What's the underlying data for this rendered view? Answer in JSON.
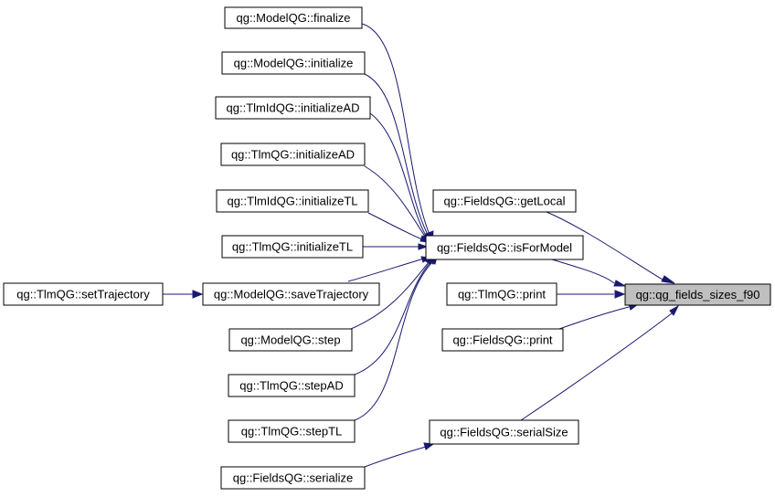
{
  "colors": {
    "edge": "#191970",
    "focus_fill": "#bfbfbf",
    "node_fill": "#ffffff",
    "node_stroke": "#000000"
  },
  "nodes": {
    "model_finalize": "qg::ModelQG::finalize",
    "model_initialize": "qg::ModelQG::initialize",
    "tlmid_initializeAD": "qg::TlmIdQG::initializeAD",
    "tlm_initializeAD": "qg::TlmQG::initializeAD",
    "tlmid_initializeTL": "qg::TlmIdQG::initializeTL",
    "tlm_initializeTL": "qg::TlmQG::initializeTL",
    "tlm_setTrajectory": "qg::TlmQG::setTrajectory",
    "model_saveTrajectory": "qg::ModelQG::saveTrajectory",
    "model_step": "qg::ModelQG::step",
    "tlm_stepAD": "qg::TlmQG::stepAD",
    "tlm_stepTL": "qg::TlmQG::stepTL",
    "fields_serialize": "qg::FieldsQG::serialize",
    "fields_getLocal": "qg::FieldsQG::getLocal",
    "fields_isForModel": "qg::FieldsQG::isForModel",
    "tlm_print": "qg::TlmQG::print",
    "fields_print": "qg::FieldsQG::print",
    "fields_serialSize": "qg::FieldsQG::serialSize",
    "qg_fields_sizes_f90": "qg::qg_fields_sizes_f90"
  }
}
